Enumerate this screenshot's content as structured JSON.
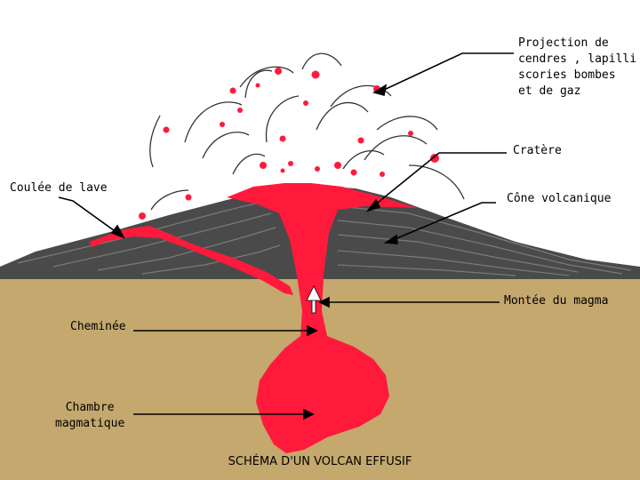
{
  "title": "SCHÉMA D'UN VOLCAN EFFUSIF",
  "labels": {
    "projection": [
      "Projection de",
      "cendres , lapilli",
      "scories bombes",
      "et de gaz"
    ],
    "cratere": "Cratère",
    "coulee": "Coulée de lave",
    "cone": "Cône volcanique",
    "montee": "Montée du magma",
    "cheminee": "Cheminée",
    "chambre": [
      "Chambre",
      "magmatique"
    ]
  },
  "colors": {
    "sky": "#ffffff",
    "ground": "#c4a86e",
    "cone_dark": "#4a4a4a",
    "cone_light": "#7a7a7a",
    "lava": "#ff1a3c",
    "line": "#000000"
  }
}
